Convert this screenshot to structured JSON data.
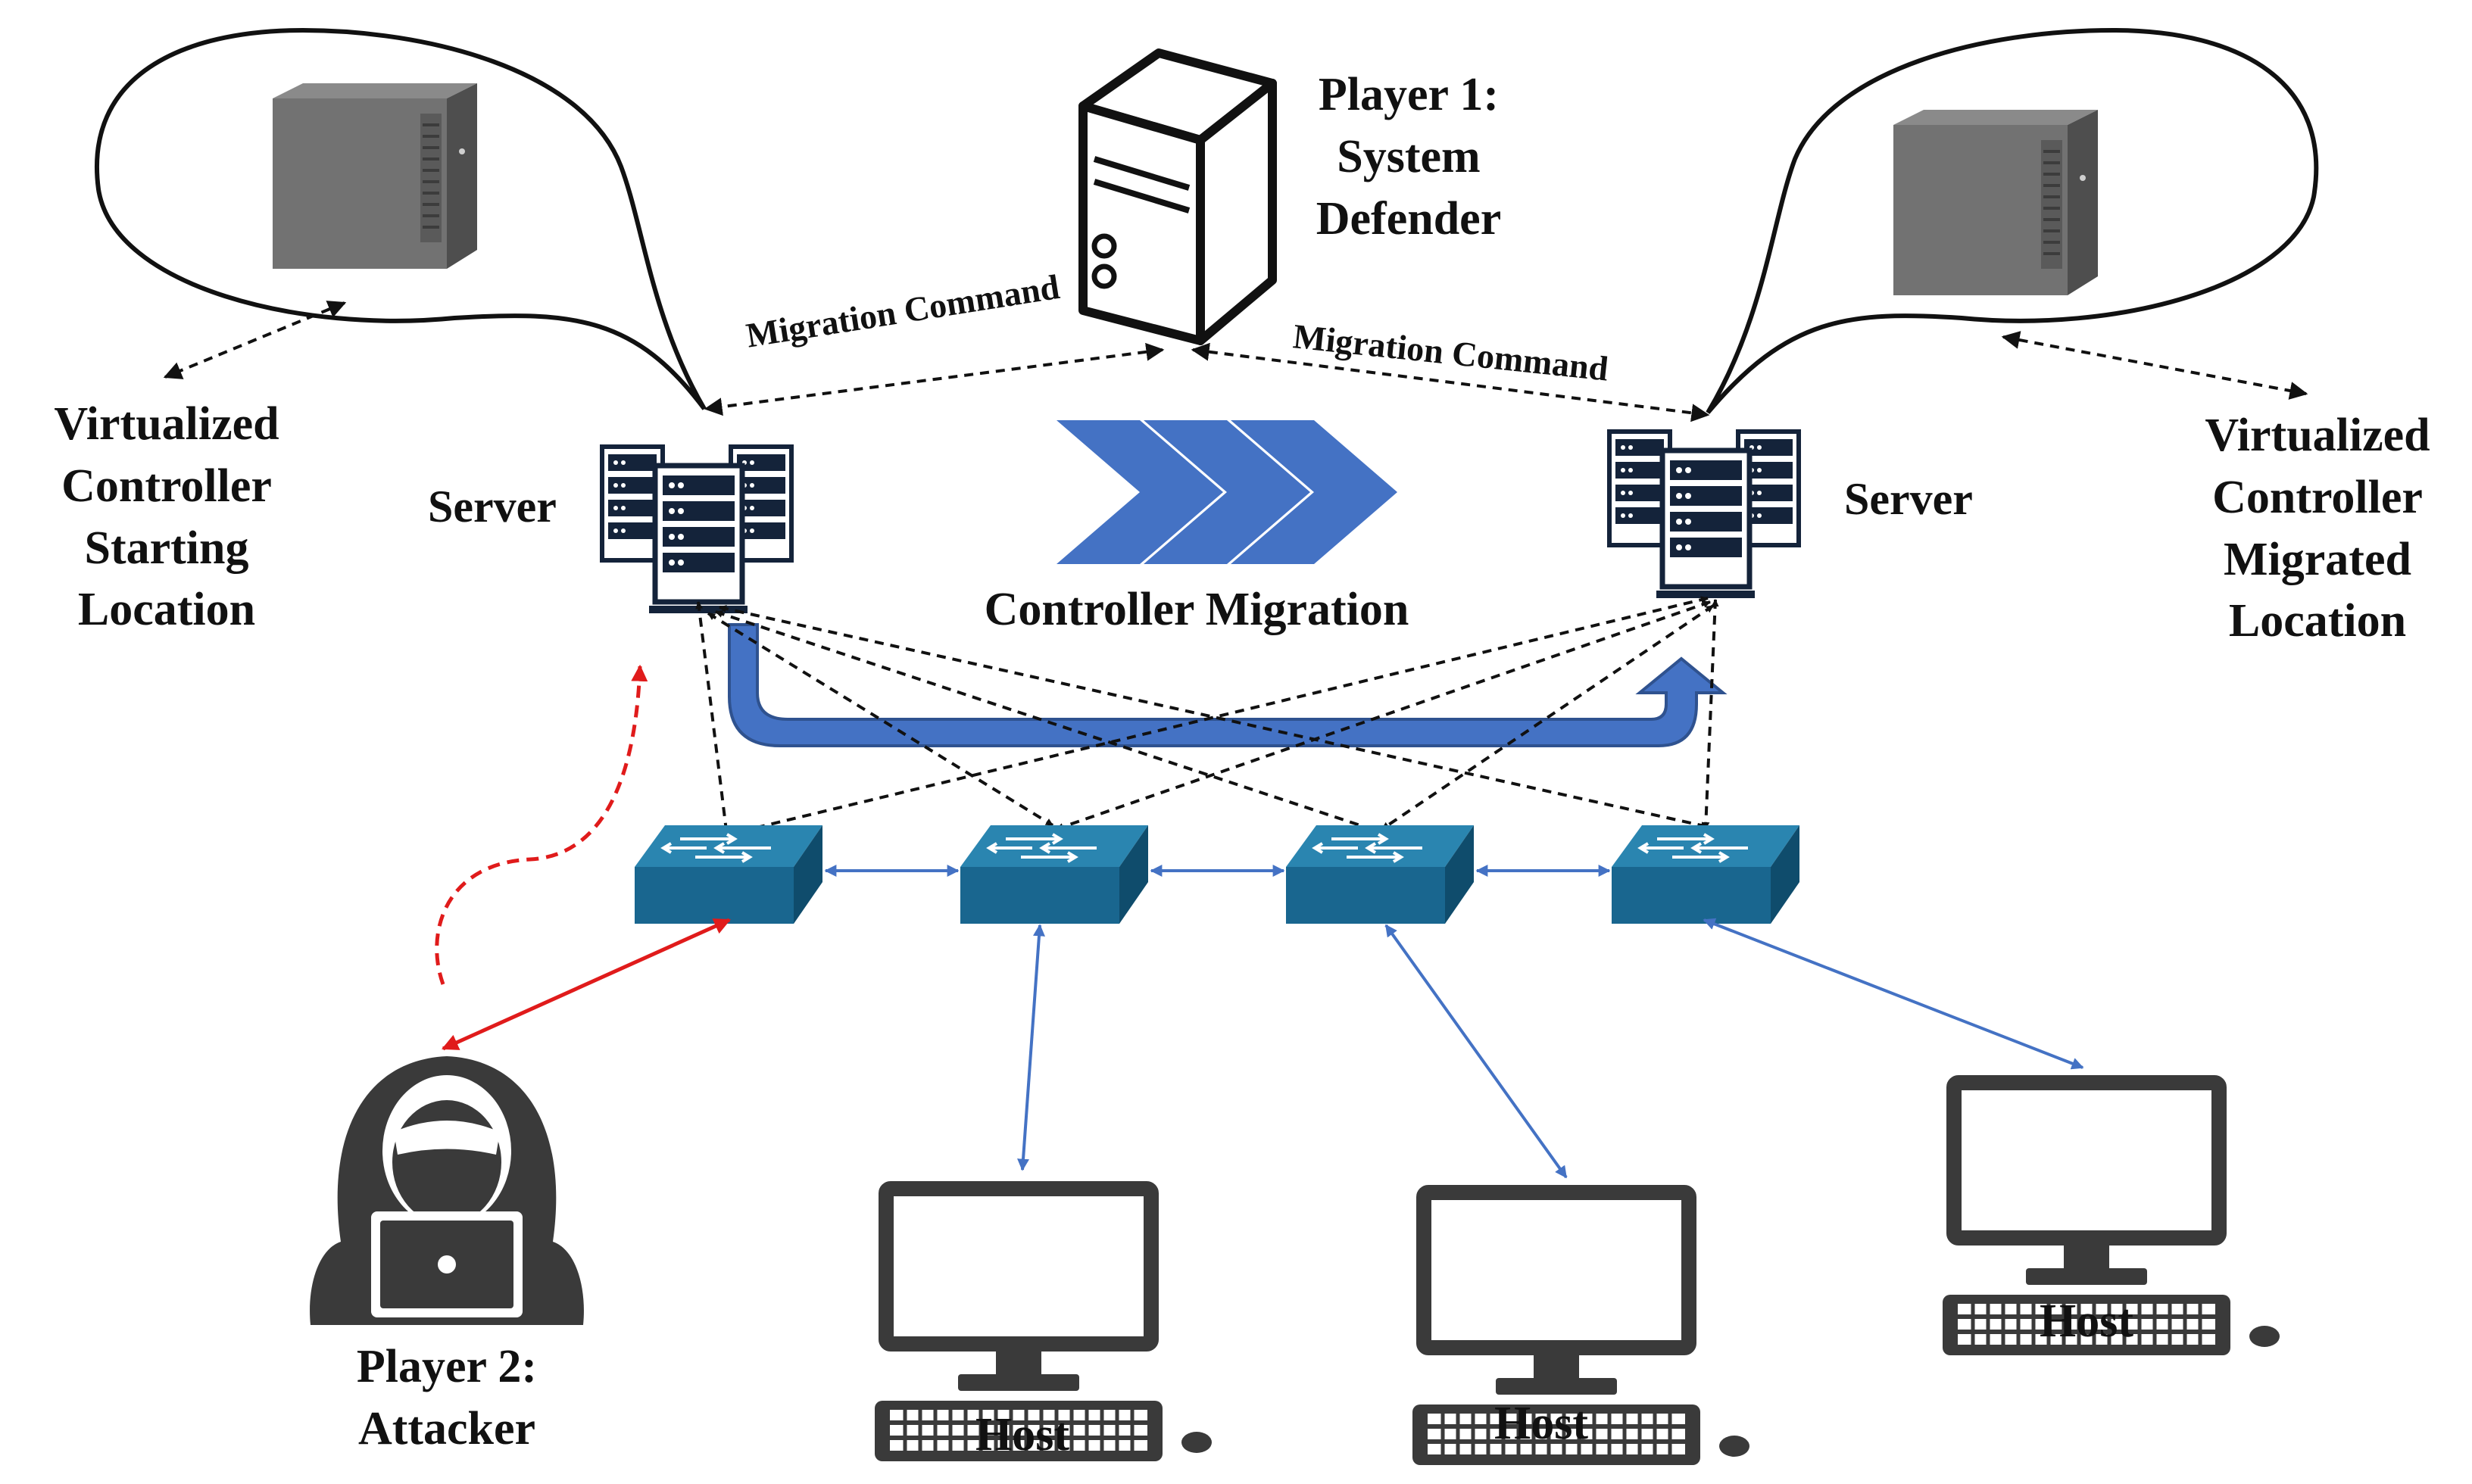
{
  "labels": {
    "player1": [
      "Player 1:",
      "System",
      "Defender"
    ],
    "player2": [
      "Player 2:",
      "Attacker"
    ],
    "vc_start": [
      "Virtualized",
      "Controller",
      "Starting",
      "Location"
    ],
    "vc_migrated": [
      "Virtualized",
      "Controller",
      "Migrated",
      "Location"
    ],
    "server_left": "Server",
    "server_right": "Server",
    "controller_migration": "Controller Migration",
    "migration_command_left": "Migration Command",
    "migration_command_right": "Migration Command",
    "host_1": "Host",
    "host_2": "Host",
    "host_3": "Host"
  },
  "colors": {
    "text": "#111111",
    "switch_top": "#2a85b0",
    "switch_front": "#19668f",
    "switch_side": "#0f4c6c",
    "link_blue": "#4472c4",
    "attack_red": "#e01b1b",
    "chevron_blue": "#4472c4",
    "tower_gray": "#6e6e6e",
    "server_dark": "#14233a",
    "icon_dark": "#3a3a3a"
  }
}
